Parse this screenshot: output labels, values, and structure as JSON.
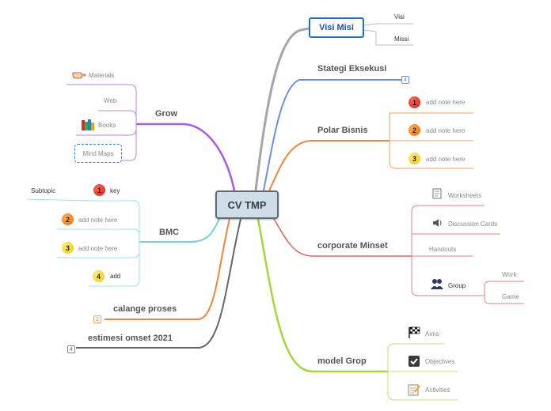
{
  "center": {
    "label": "CV TMP"
  },
  "visi_misi": {
    "label": "Visi Misi",
    "children": [
      "Visi",
      "Missi"
    ]
  },
  "stategi": {
    "label": "Stategi Eksekusi",
    "badge": "4"
  },
  "polar": {
    "label": "Polar Bisnis",
    "items": [
      {
        "num": "1",
        "text": "add note here"
      },
      {
        "num": "2",
        "text": "add note here"
      },
      {
        "num": "3",
        "text": "add note here"
      }
    ]
  },
  "corporate": {
    "label": "corporate Minset",
    "children": [
      "Worksheets",
      "Discussion Cards",
      "Handouts",
      "Group"
    ],
    "group_children": [
      "Work",
      "Game"
    ]
  },
  "model_grop": {
    "label": "model Grop",
    "children": [
      "Aims",
      "Objectives",
      "Activities"
    ]
  },
  "grow": {
    "label": "Grow",
    "children": [
      "Materials",
      "Web",
      "Books",
      "Mind Maps"
    ]
  },
  "bmc": {
    "label": "BMC",
    "items": [
      {
        "num": "1",
        "text": "key"
      },
      {
        "num": "2",
        "text": "add note here"
      },
      {
        "num": "3",
        "text": "add note here"
      },
      {
        "num": "4",
        "text": "add"
      }
    ],
    "subtopic": "Subtopic"
  },
  "calange": {
    "label": "calange proses",
    "badge": "2"
  },
  "estimasi": {
    "label": "estimesi omset 2021",
    "badge": "4"
  },
  "colors": {
    "visi": "#a6a6a6",
    "stategi": "#6d8fe0",
    "polar": "#f0843a",
    "corporate": "#e8605a",
    "model": "#a6d63c",
    "grow": "#a75de0",
    "bmc": "#6fd3de",
    "calange": "#f0843a",
    "estimasi": "#666666"
  },
  "icons": {
    "materials": "pointing-hand-icon",
    "books": "books-icon",
    "worksheets": "worksheet-icon",
    "discussion": "speaker-icon",
    "group": "people-icon",
    "aims": "checkered-flag-icon",
    "objectives": "checkbox-icon",
    "activities": "notepad-icon"
  }
}
